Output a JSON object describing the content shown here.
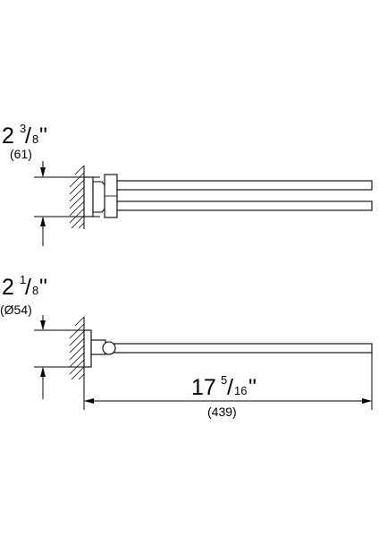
{
  "top_view": {
    "depth_whole": "2",
    "depth_frac_num": "3",
    "depth_frac_den": "8",
    "depth_inch_mark": "\"",
    "depth_mm": "(61)"
  },
  "bottom_view": {
    "diameter_whole": "2",
    "diameter_frac_num": "1",
    "diameter_frac_den": "8",
    "diameter_inch_mark": "\"",
    "diameter_mm": "(Ø54)",
    "length_whole": "17",
    "length_frac_num": "5",
    "length_frac_den": "16",
    "length_inch_mark": "\"",
    "length_mm": "(439)"
  }
}
